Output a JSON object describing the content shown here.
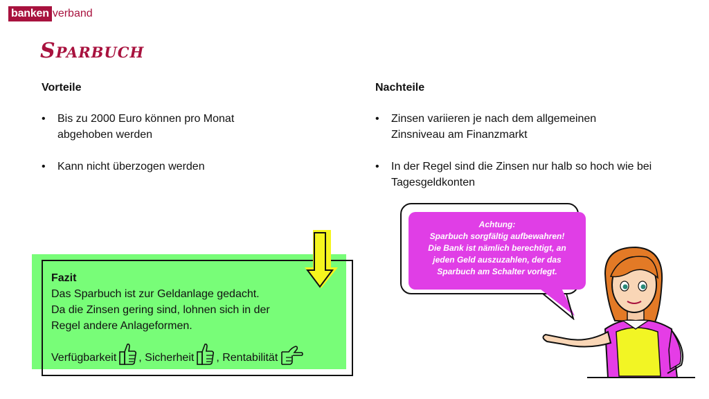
{
  "logo": {
    "box_text": "banken",
    "rest_text": "verband"
  },
  "title": "Sparbuch",
  "advantages": {
    "heading": "Vorteile",
    "items": [
      "Bis zu 2000 Euro können pro Monat abgehoben werden",
      "Kann nicht überzogen werden"
    ]
  },
  "disadvantages": {
    "heading": "Nachteile",
    "items": [
      "Zinsen variieren je nach dem allgemeinen Zinsniveau am Finanzmarkt",
      "In der Regel sind die Zinsen nur halb so hoch wie bei Tagesgeldkonten"
    ]
  },
  "bullet": "•",
  "fazit": {
    "title": "Fazit",
    "lines": [
      "Das Sparbuch ist zur Geldanlage gedacht.",
      "Da die Zinsen gering sind, lohnen sich in der",
      "Regel andere Anlageformen."
    ],
    "criteria": [
      {
        "label": "Verfügbarkeit",
        "icon": "thumbs-up-icon"
      },
      {
        "label": ", Sicherheit",
        "icon": "thumbs-up-icon"
      },
      {
        "label": ", Rentabilität",
        "icon": "thumbs-sideways-icon"
      }
    ]
  },
  "speech_bubble": {
    "lines": [
      "Achtung:",
      "Sparbuch sorgfältig aufbewahren!",
      "Die Bank ist nämlich berechtigt, an",
      "jeden Geld auszuzahlen, der das",
      "Sparbuch am Schalter vorlegt."
    ]
  },
  "colors": {
    "brand": "#a8123e",
    "fazit_green": "#78fd78",
    "bubble_magenta": "#e03ee6",
    "arrow_yellow": "#f5f51e"
  }
}
